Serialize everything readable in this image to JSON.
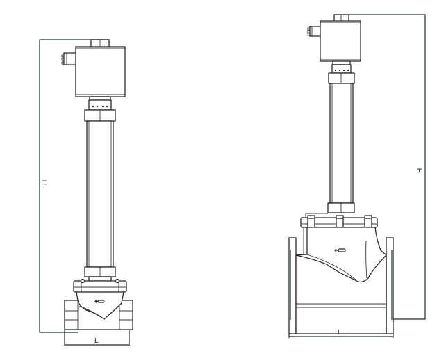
{
  "figure": {
    "description": "Technical drawing of two solenoid valves with extended tubes (threaded and flanged versions)",
    "line_color": "#2b2b2b",
    "background": "#ffffff"
  },
  "left_valve": {
    "type": "threaded",
    "height_label": "H",
    "length_label": "L"
  },
  "right_valve": {
    "type": "flanged",
    "height_label": "H",
    "length_label": "L"
  }
}
